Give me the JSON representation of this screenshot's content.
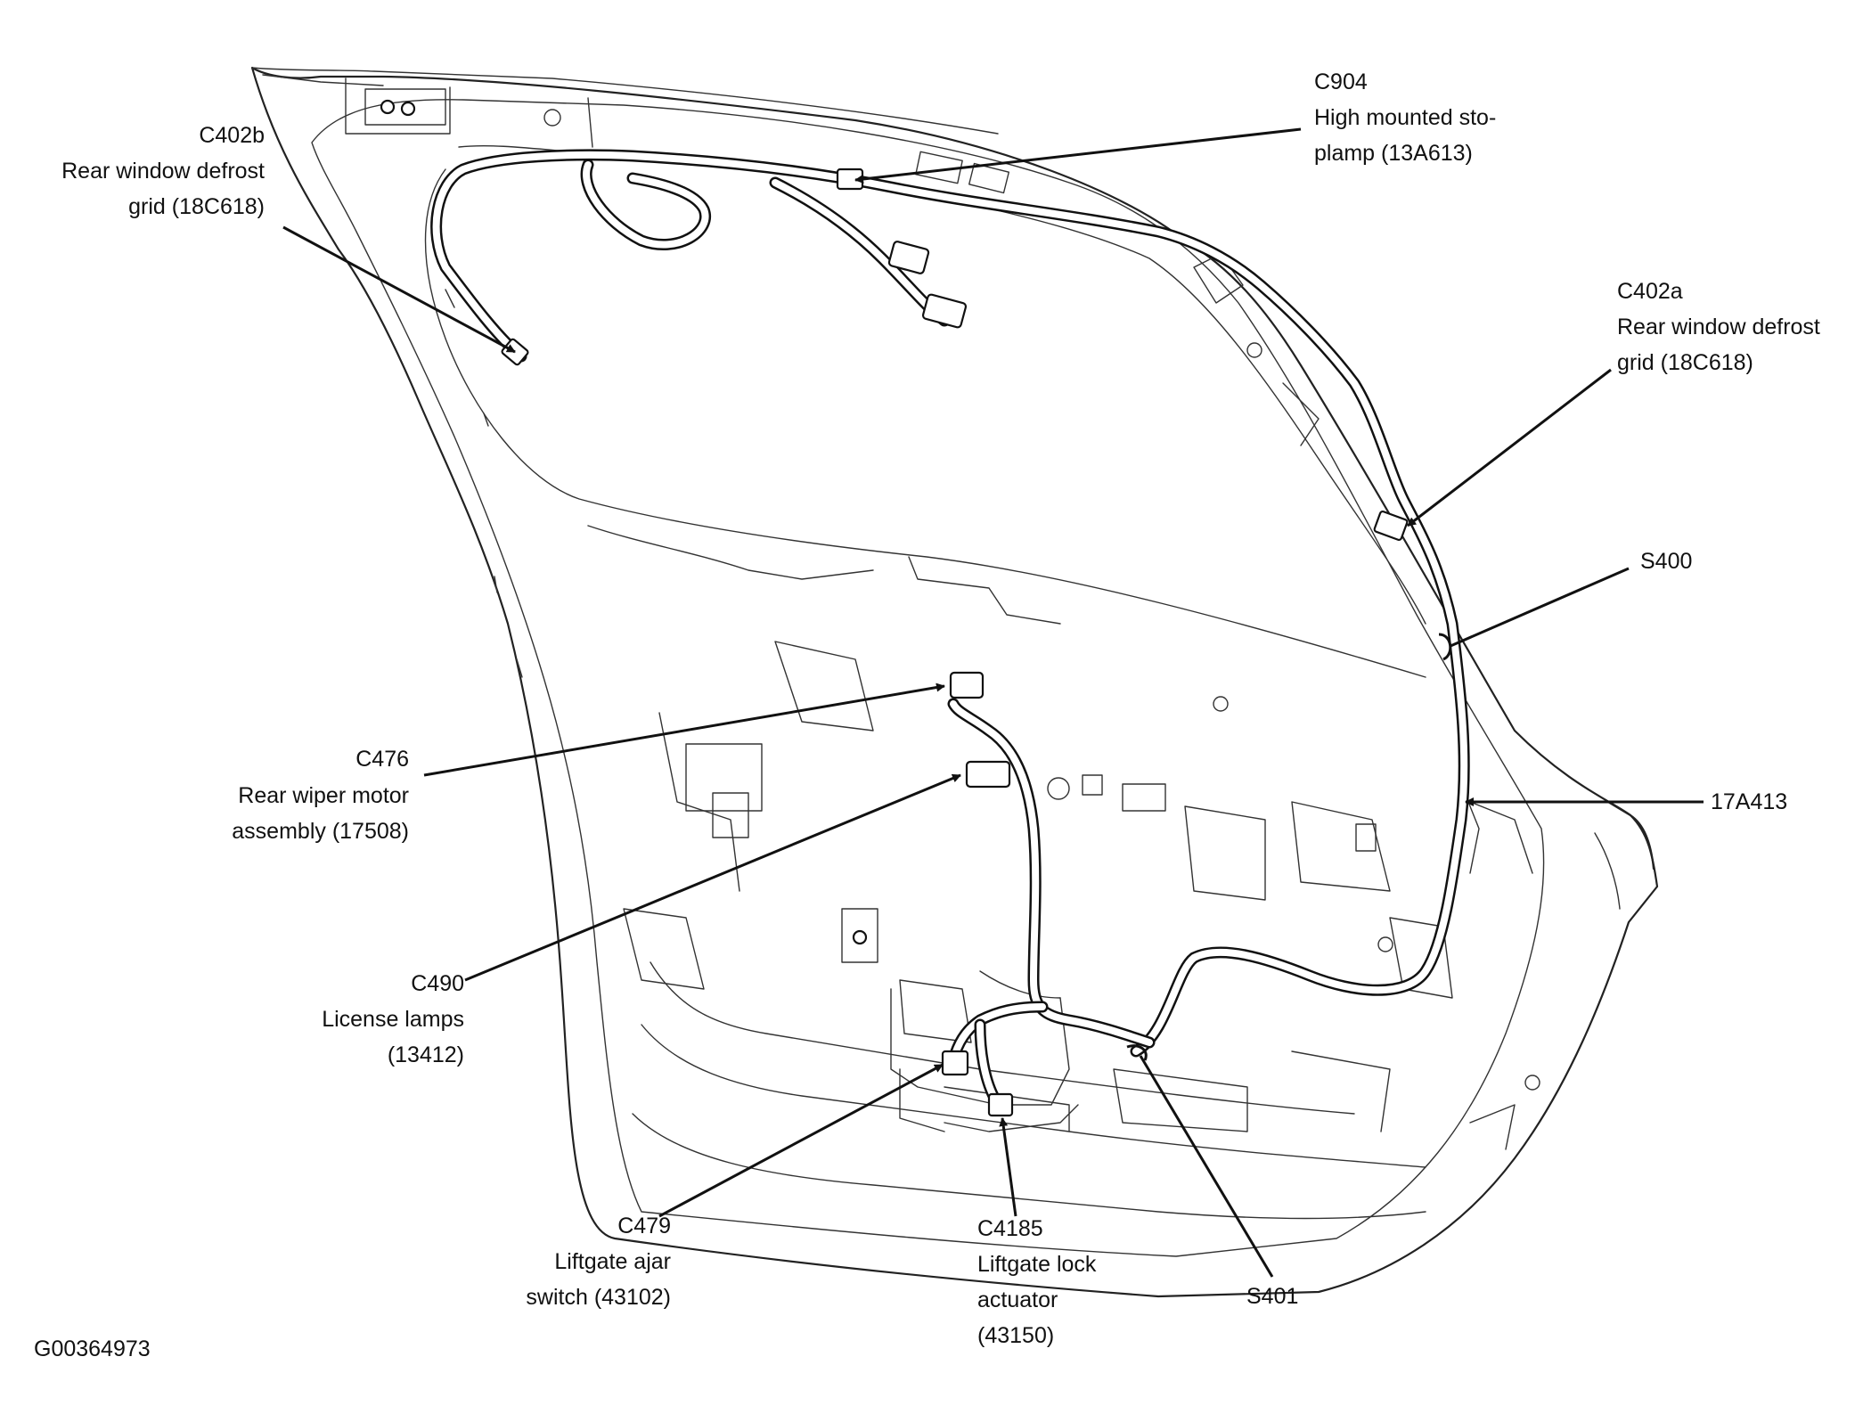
{
  "callouts": {
    "c904": {
      "id": "C904",
      "line1": "High mounted sto-",
      "line2": "plamp (13A613)"
    },
    "c402b": {
      "id": "C402b",
      "line1": "Rear window defrost",
      "line2": "grid (18C618)"
    },
    "c402a": {
      "id": "C402a",
      "line1": "Rear window defrost",
      "line2": "grid (18C618)"
    },
    "s400": {
      "id": "S400"
    },
    "c476": {
      "id": "C476",
      "line1": "Rear wiper motor",
      "line2": "assembly (17508)"
    },
    "harness": {
      "id": "17A413"
    },
    "c490": {
      "id": "C490",
      "line1": "License lamps",
      "line2": "(13412)"
    },
    "c479": {
      "id": "C479",
      "line1": "Liftgate ajar",
      "line2": "switch (43102)"
    },
    "c4185": {
      "id": "C4185",
      "line1": "Liftgate lock",
      "line2": "actuator",
      "line3": "(43150)"
    },
    "s401": {
      "id": "S401"
    }
  },
  "figure_id": "G00364973",
  "colors": {
    "ink": "#111111",
    "background": "#ffffff"
  }
}
